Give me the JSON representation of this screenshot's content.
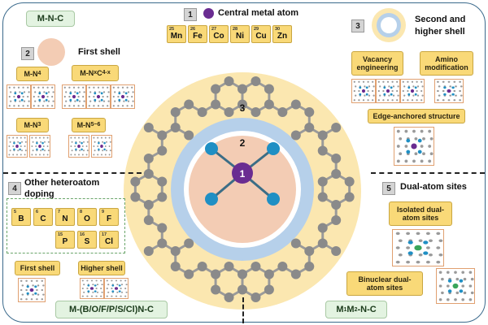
{
  "tags": {
    "top_left": "M-N-C",
    "bottom_left": "M-(B/O/F/P/S/Cl)N-C",
    "bottom_right_main": "M",
    "bottom_right_sub1": "1",
    "bottom_right_mid": "M",
    "bottom_right_sub2": "2",
    "bottom_right_tail": "-N-C"
  },
  "sections": {
    "s1": {
      "num": "1",
      "title": "Central metal atom"
    },
    "s2": {
      "num": "2",
      "title": "First shell"
    },
    "s3": {
      "num": "3",
      "title_line1": "Second and",
      "title_line2": "higher shell"
    },
    "s4": {
      "num": "4",
      "title_line1": "Other heteroatom",
      "title_line2": "doping"
    },
    "s5": {
      "num": "5",
      "title": "Dual-atom sites"
    }
  },
  "metals": [
    {
      "z": "25",
      "symbol": "Mn"
    },
    {
      "z": "26",
      "symbol": "Fe"
    },
    {
      "z": "27",
      "symbol": "Co"
    },
    {
      "z": "28",
      "symbol": "Ni"
    },
    {
      "z": "29",
      "symbol": "Cu"
    },
    {
      "z": "30",
      "symbol": "Zn"
    }
  ],
  "first_shell": {
    "mn4": {
      "base": "M-N",
      "sub": "4"
    },
    "mnc": {
      "base": "M-N",
      "sub1": "x",
      "mid": "C",
      "sub2": "4-x"
    },
    "mn3": {
      "base": "M-N",
      "sub": "3"
    },
    "mn56": {
      "base": "M-N",
      "sub": "5~6"
    }
  },
  "higher_shell": {
    "vacancy_line1": "Vacancy",
    "vacancy_line2": "engineering",
    "amino_line1": "Amino",
    "amino_line2": "modification",
    "edge": "Edge-anchored structure"
  },
  "heteroatoms": [
    {
      "z": "5",
      "symbol": "B"
    },
    {
      "z": "6",
      "symbol": "C"
    },
    {
      "z": "7",
      "symbol": "N"
    },
    {
      "z": "8",
      "symbol": "O"
    },
    {
      "z": "9",
      "symbol": "F"
    },
    {
      "z": "15",
      "symbol": "P"
    },
    {
      "z": "16",
      "symbol": "S"
    },
    {
      "z": "17",
      "symbol": "Cl"
    }
  ],
  "hetero_shells": {
    "first": "First shell",
    "higher": "Higher shell"
  },
  "dual": {
    "isolated_line1": "Isolated dual-",
    "isolated_line2": "atom sites",
    "binuclear_line1": "Binuclear dual-",
    "binuclear_line2": "atom sites"
  },
  "center": {
    "metal_label": "1",
    "shell1_label": "2",
    "shell2_label": "3"
  },
  "colors": {
    "metal": "#6a2c91",
    "nitrogen": "#1f8fc4",
    "carbon": "#8a8a8a",
    "shell_yellow": "#fbe7b0",
    "shell_blue": "#b6d0ea",
    "shell_peach": "#f3ccb4",
    "box_yellow": "#f9d978"
  }
}
